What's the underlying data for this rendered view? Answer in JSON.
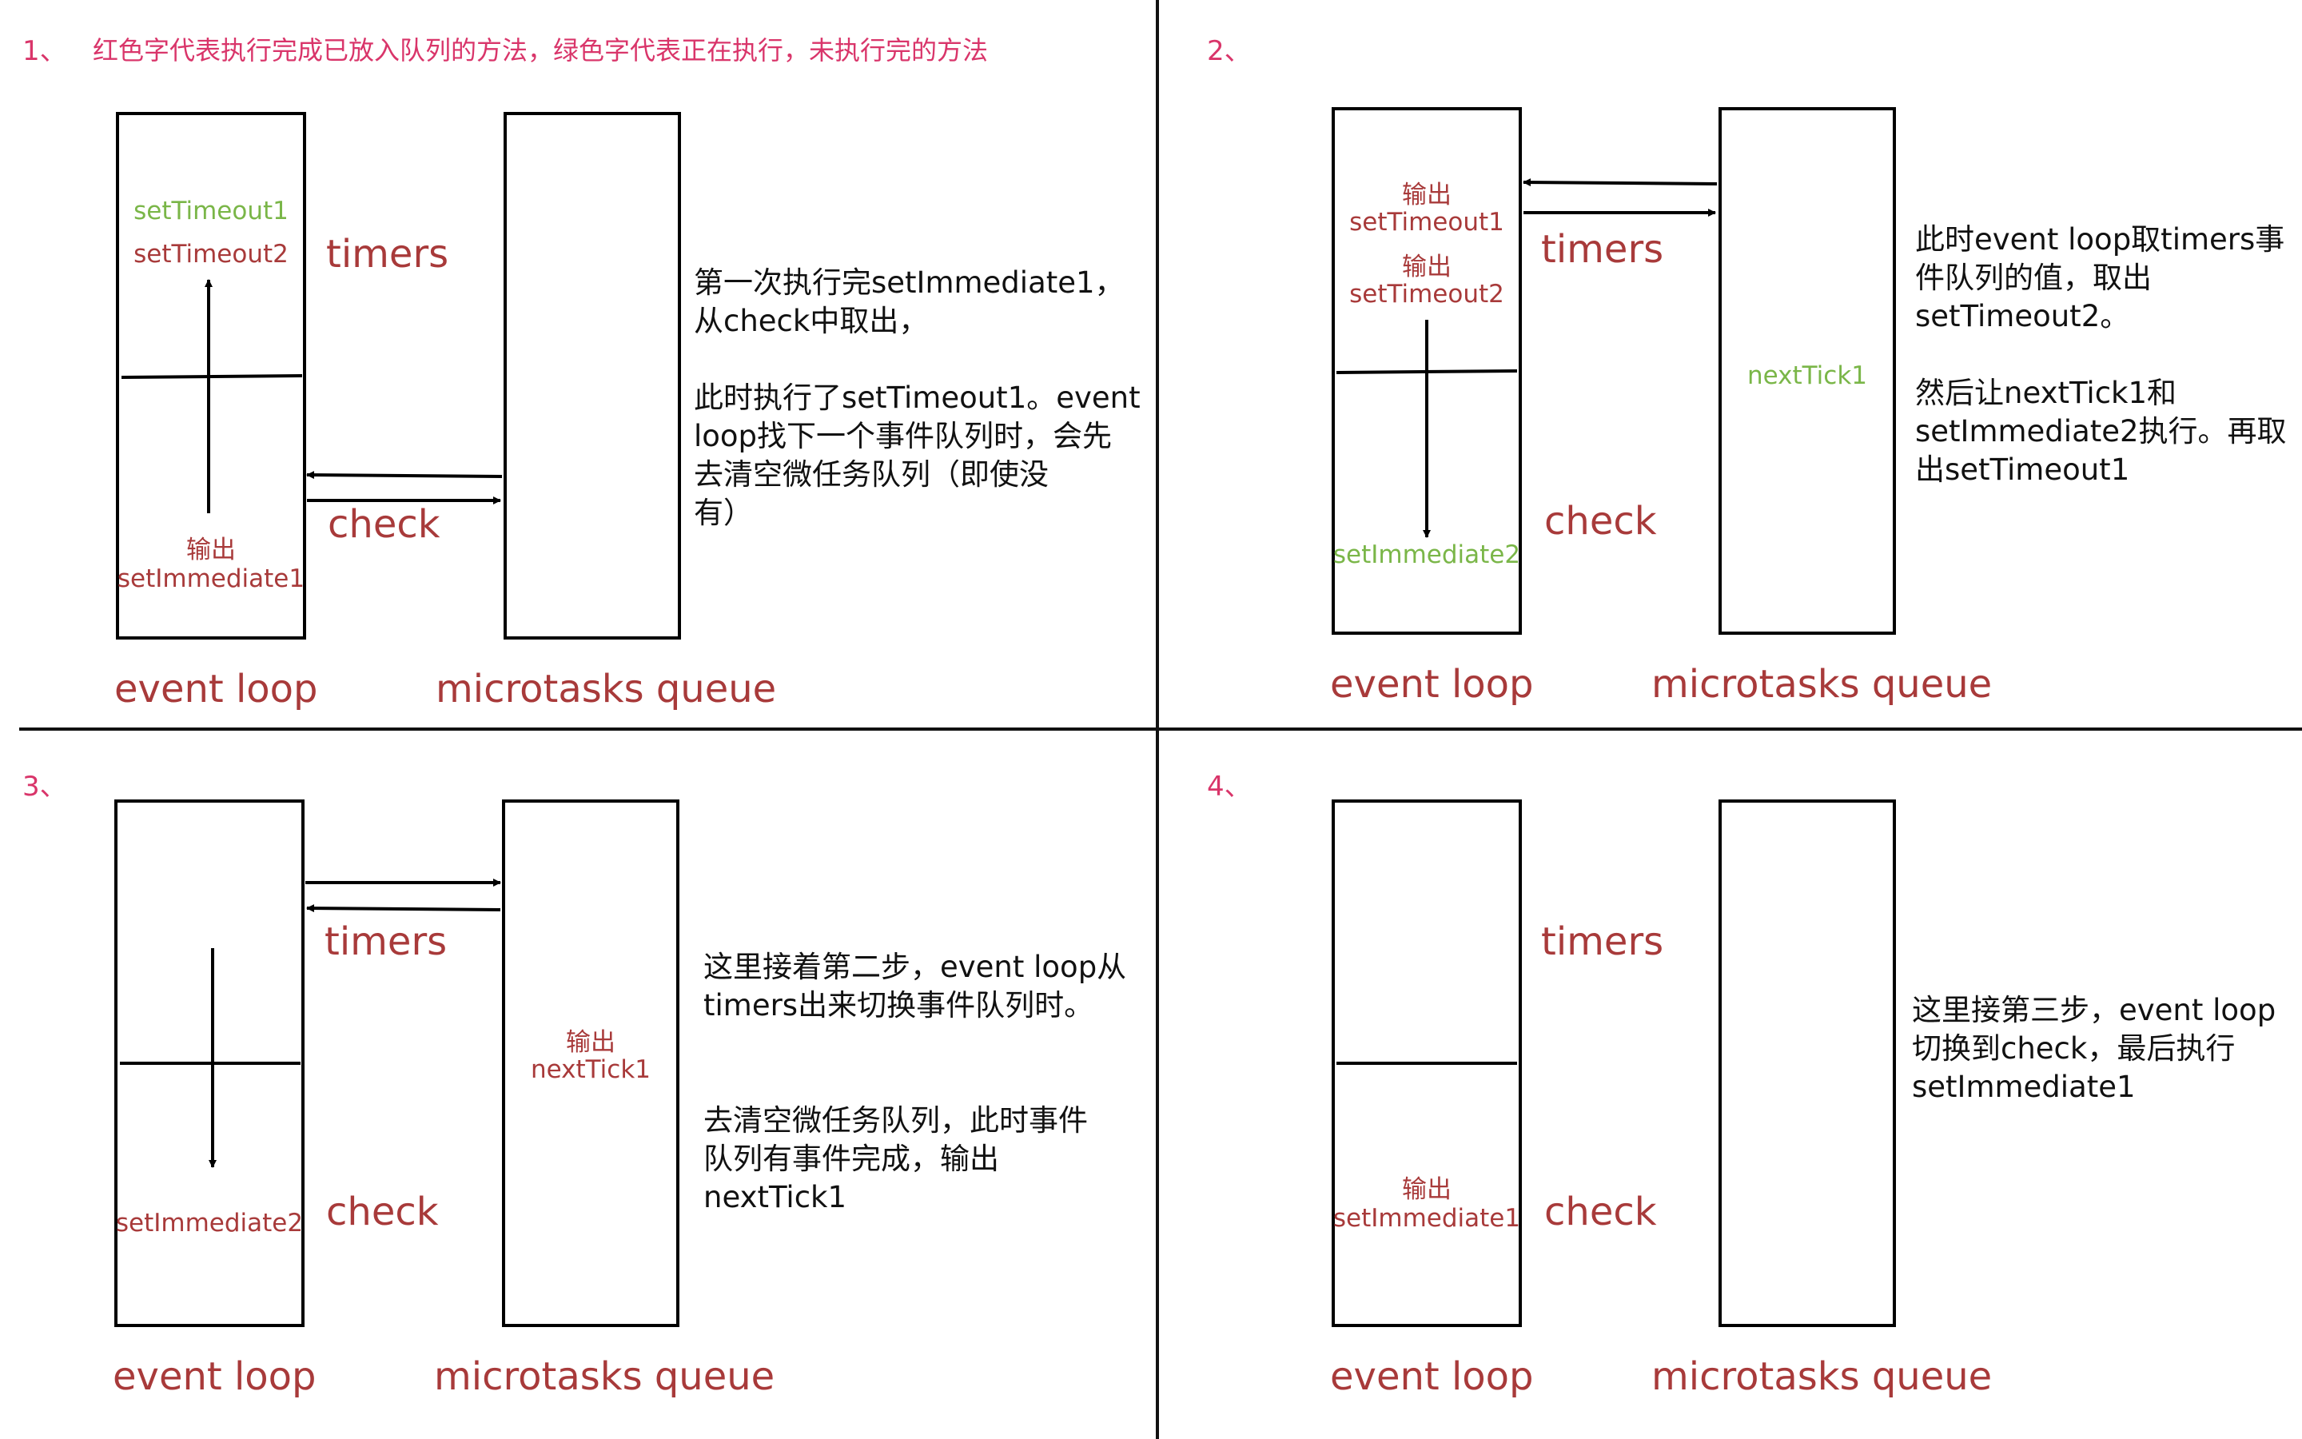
{
  "legend": "红色字代表执行完成已放入队列的方法，绿色字代表正在执行，未执行完的方法",
  "labels": {
    "timers": "timers",
    "check": "check",
    "event_loop": "event loop",
    "microtasks_queue": "microtasks queue"
  },
  "panel1": {
    "step": "1、",
    "item_settimeout1": "setTimeout1",
    "item_settimeout2": "setTimeout2",
    "output_label": "输出",
    "output_value": "setImmediate1",
    "note": "第一次执行完setImmediate1，\n从check中取出，\n\n此时执行了setTimeout1。event\nloop找下一个事件队列时，会先\n去清空微任务队列（即使没\n有）"
  },
  "panel2": {
    "step": "2、",
    "output1_label": "输出",
    "output1_value": "setTimeout1",
    "output2_label": "输出",
    "output2_value": "setTimeout2",
    "item_setimmediate2": "setImmediate2",
    "queue_item": "nextTick1",
    "note": "此时event loop取timers事\n件队列的值，取出\nsetTimeout2。\n\n然后让nextTick1和\nsetImmediate2执行。再取\n出setTimeout1"
  },
  "panel3": {
    "step": "3、",
    "item_setimmediate2": "setImmediate2",
    "queue_output_label": "输出",
    "queue_output_value": "nextTick1",
    "note": "这里接着第二步，event loop从\ntimers出来切换事件队列时。\n\n\n去清空微任务队列，此时事件\n队列有事件完成，输出\nnextTick1"
  },
  "panel4": {
    "step": "4、",
    "output_label": "输出",
    "output_value": "setImmediate1",
    "note": "这里接第三步，event loop\n切换到check，最后执行\nsetImmediate1"
  },
  "colors": {
    "step_pink": "#d9356a",
    "finished_red": "#a83a3a",
    "running_green": "#7ab648"
  }
}
